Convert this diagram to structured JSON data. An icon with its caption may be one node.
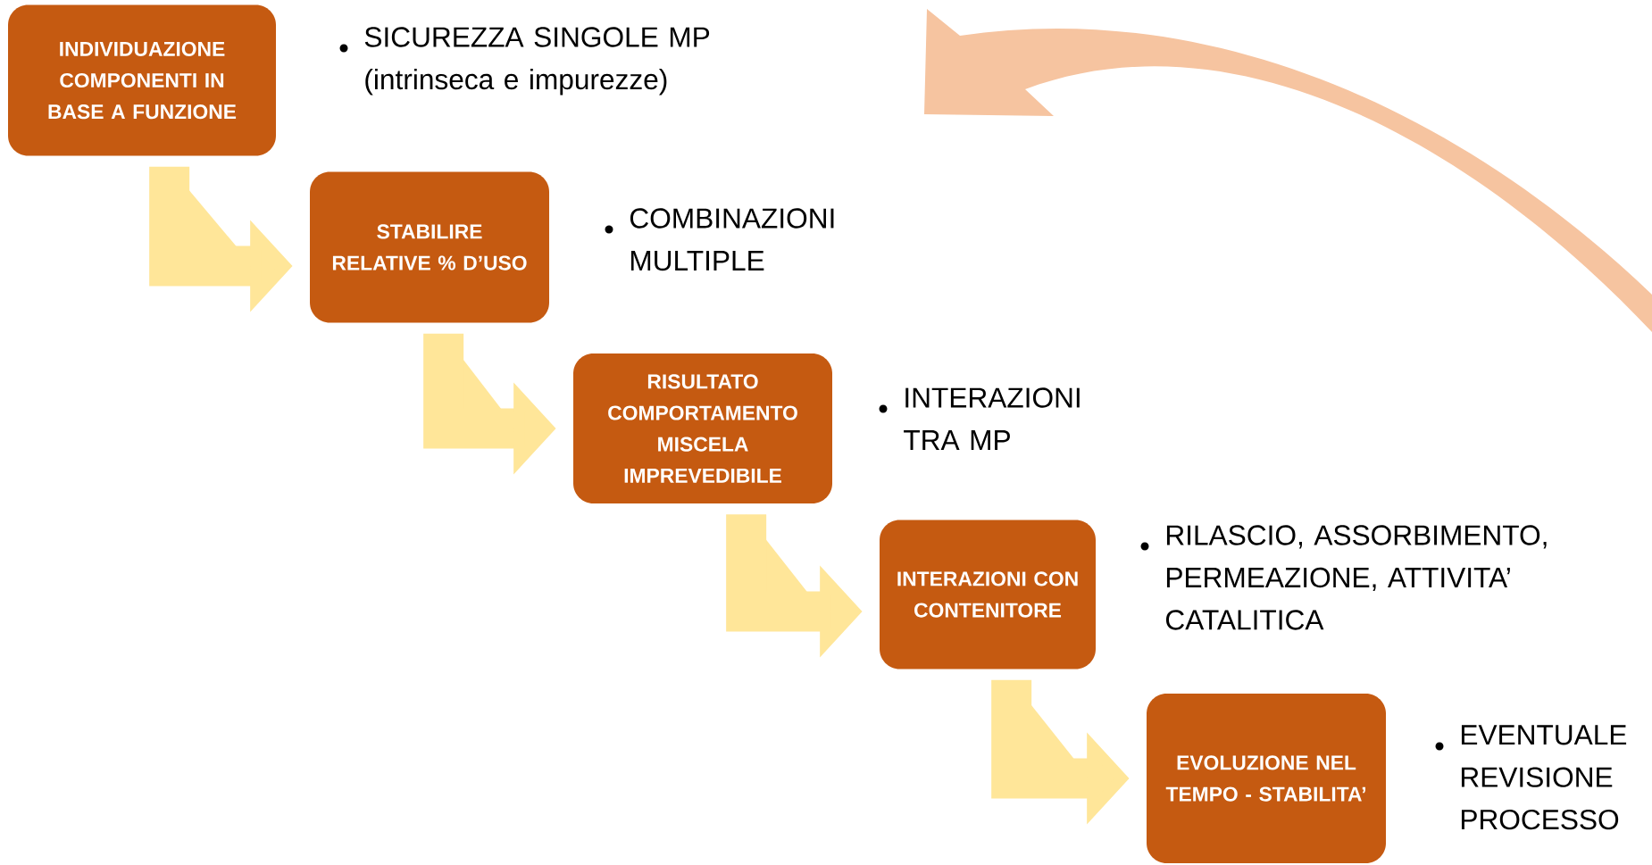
{
  "diagram": {
    "nodes": [
      {
        "text": [
          "INDIVIDUAZIONE COMPONENTI IN BASE A FUNZIONE"
        ],
        "beside": [
          "SICUREZZA SINGOLE MP (intrinseca e impurezze)"
        ]
      },
      {
        "text": [
          "STABILIRE RELATIVE % D’USO"
        ],
        "beside": [
          "COMBINAZIONI MULTIPLE"
        ]
      },
      {
        "text": [
          "RISULTATO COMPORTAMENTO MISCELA IMPREVEDIBILE"
        ],
        "beside": [
          "INTERAZIONI TRA MP"
        ]
      },
      {
        "text": [
          "INTERAZIONI CON CONTENITORE"
        ],
        "beside": [
          "RILASCIO, ASSORBIMENTO, PERMEAZIONE, ATTIVITA’ CATALITICA"
        ]
      },
      {
        "text": [
          "EVOLUZIONE NEL TEMPO - STABILITA’"
        ],
        "beside": [
          "EVENTUALE REVISIONE PROCESSO"
        ]
      }
    ],
    "edges": [
      {
        "from": 0,
        "to": 1,
        "arrow": "to"
      },
      {
        "from": 1,
        "to": 2,
        "arrow": "to"
      },
      {
        "from": 2,
        "to": 3,
        "arrow": "to"
      },
      {
        "from": 3,
        "to": 4,
        "arrow": "to"
      }
    ]
  }
}
